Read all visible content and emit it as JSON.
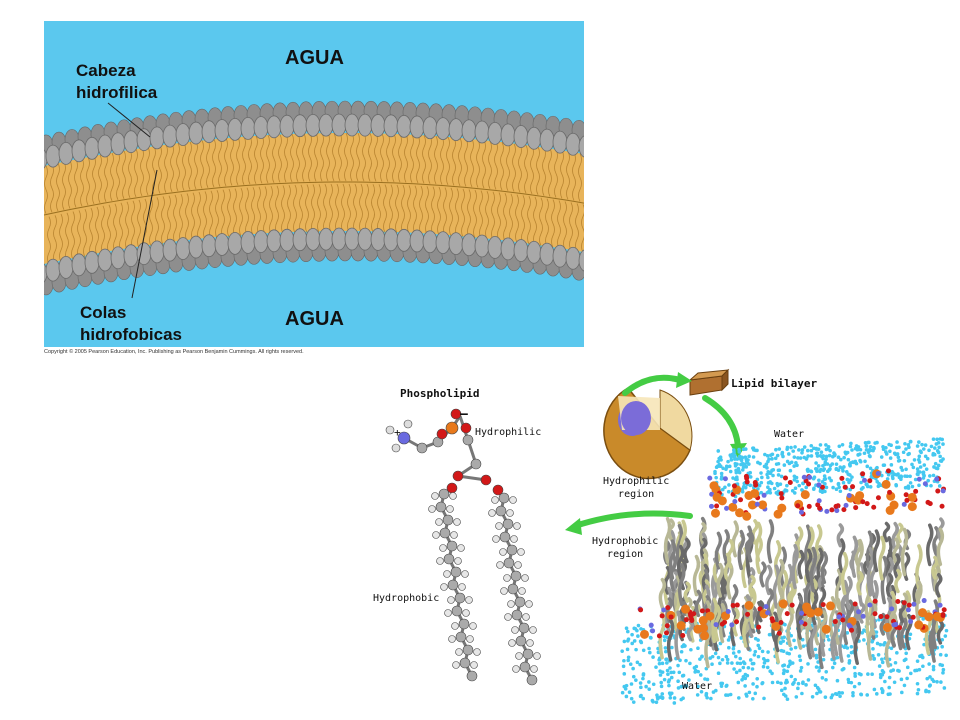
{
  "membrane": {
    "label_water_top": "AGUA",
    "label_water_bottom": "AGUA",
    "label_head_line1": "Cabeza",
    "label_head_line2": "hidrofilica",
    "label_tails_line1": "Colas",
    "label_tails_line2": "hidrofobicas",
    "copyright": "Copyright © 2005 Pearson Education, Inc. Publishing as Pearson Benjamin Cummings. All rights reserved.",
    "colors": {
      "water": "#5bc8ee",
      "head": "#a8a8a8",
      "tails": "#e8b45a"
    }
  },
  "model": {
    "phospholipid_title": "Phospholipid",
    "hydrophilic": "Hydrophilic",
    "hydrophobic": "Hydrophobic",
    "minus_sign": "–",
    "plus_sign": "+",
    "lipid_bilayer_title": "Lipid bilayer",
    "water_top": "Water",
    "water_bottom": "Water",
    "hydrophilic_region_line1": "Hydrophilic",
    "hydrophilic_region_line2": "region",
    "hydrophobic_region_line1": "Hydrophobic",
    "hydrophobic_region_line2": "region",
    "colors": {
      "arrow": "#44cc44",
      "water_dots": "#44c8f0",
      "phosphate": "#e8791c",
      "oxygen": "#d21818",
      "nitrogen": "#6a6ae0"
    }
  }
}
